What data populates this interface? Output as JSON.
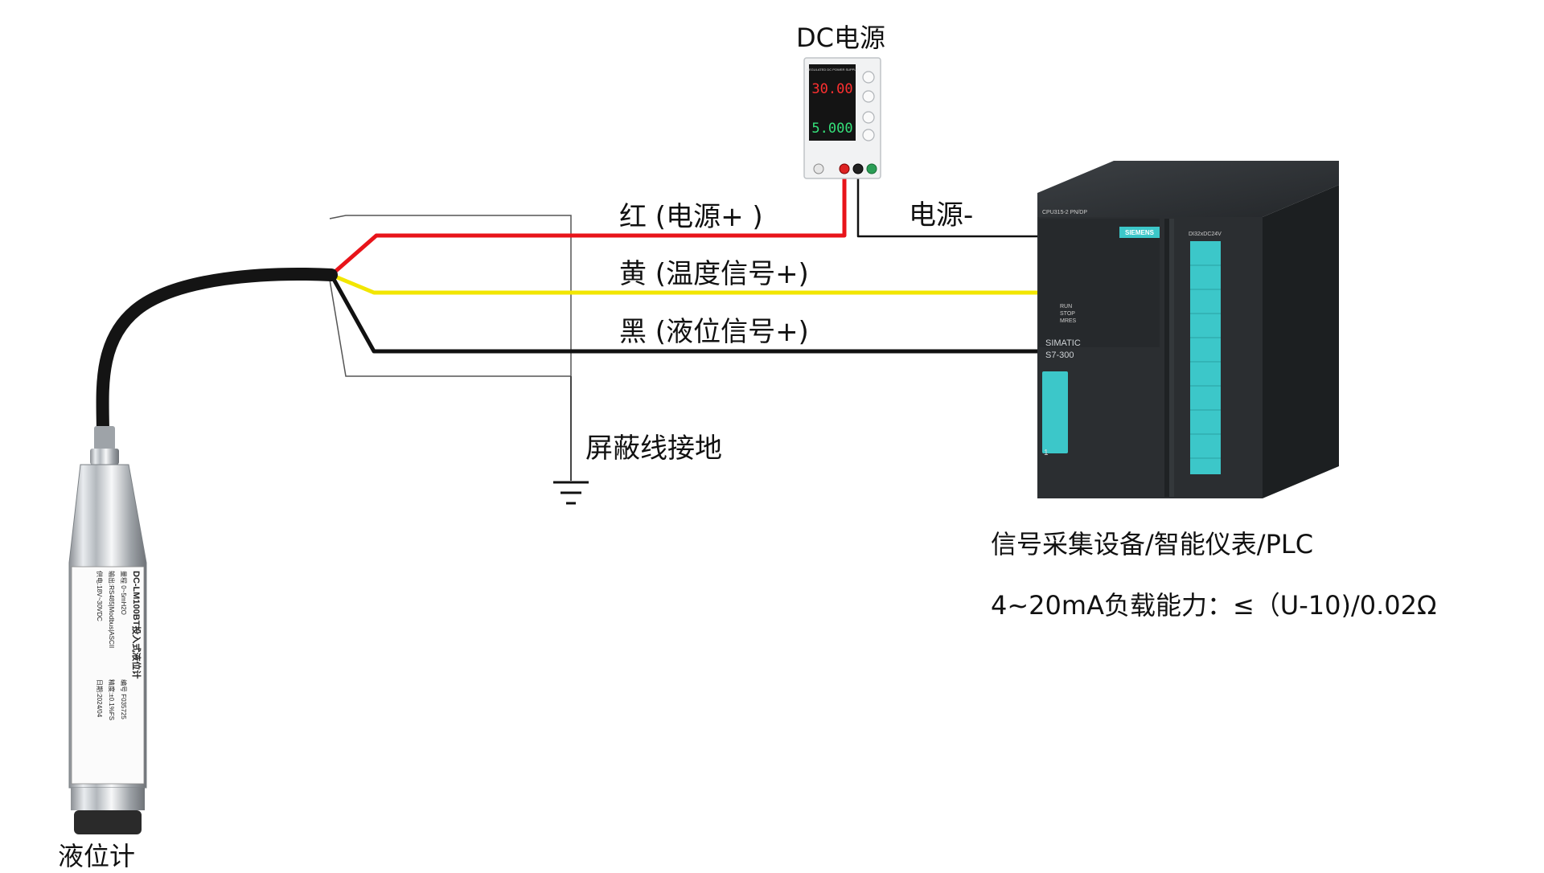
{
  "labels": {
    "dc_power": "DC电源",
    "wire_red": "红 (电源+ )",
    "wire_power_neg": "电源-",
    "wire_yellow": "黄 (温度信号+)",
    "wire_black": "黑 (液位信号+)",
    "shield_ground": "屏蔽线接地",
    "device_title": "信号采集设备/智能仪表/PLC",
    "load_capacity": "4~20mA负载能力：≤（U-10)/0.02Ω",
    "sensor_name": "液位计"
  },
  "psu": {
    "display_voltage": "30.00",
    "display_current": "5.000",
    "brand_text": "REGULATED DC POWER SUPPLY"
  },
  "plc": {
    "brand": "SIEMENS",
    "model_line1": "SIMATIC",
    "model_line2": "S7-300",
    "cpu_label": "CPU315-2 PN/DP",
    "module_label": "DI32xDC24V",
    "mode_labels": [
      "RUN",
      "STOP",
      "MRES"
    ],
    "slot_number": "1"
  },
  "sensor_label": {
    "product": "DC-LM100BT投入式液位计",
    "range": "量程 0~5mH2O",
    "serial": "编号 F035725",
    "output": "输出:RS485|Modbus|ASCII",
    "accuracy": "精度:±0.1%FS",
    "supply": "供电:18V~30VDC",
    "date": "日期:2024/04"
  },
  "colors": {
    "wire_red": "#e8141a",
    "wire_yellow": "#f2e600",
    "wire_black": "#111111",
    "plc_body": "#2b2e31",
    "plc_accent": "#3cc7c9",
    "psu_display_red": "#ff3030",
    "psu_display_green": "#35e07a"
  }
}
